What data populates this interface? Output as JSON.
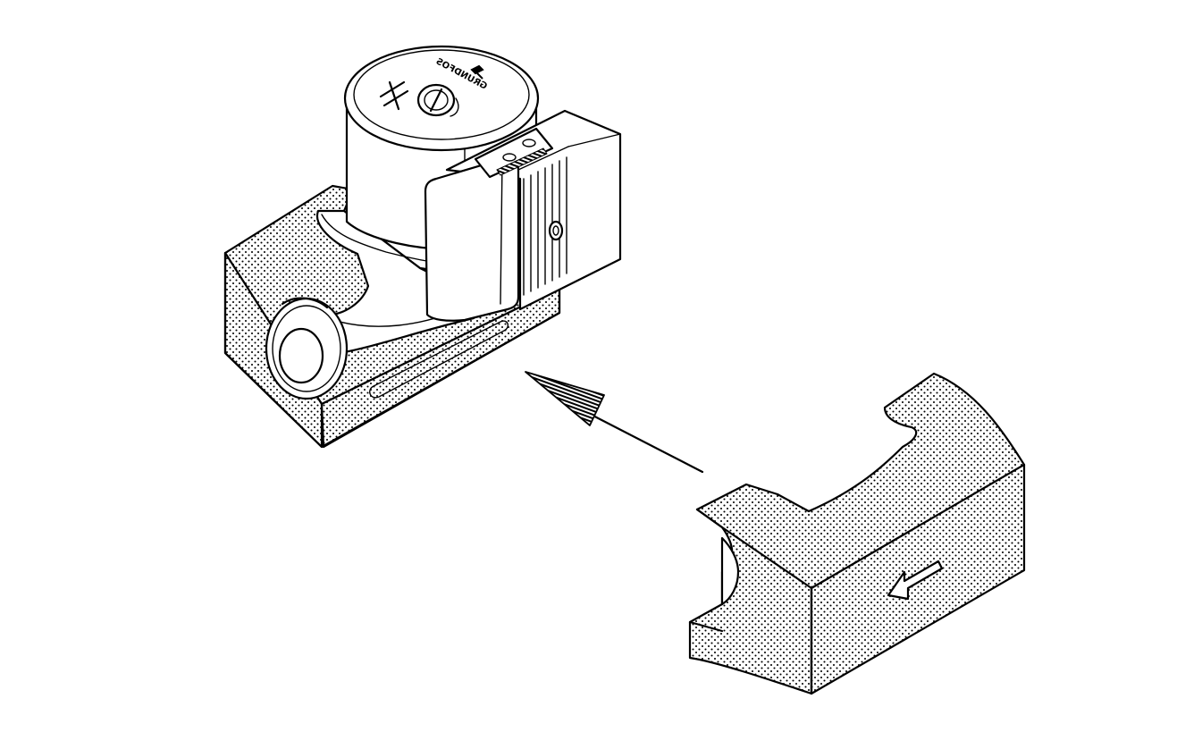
{
  "figure": {
    "logo_text": "GRUNDFOS",
    "colors": {
      "line": "#000000",
      "background": "#ffffff",
      "dot_pattern": "#000000"
    }
  },
  "parts": [
    {
      "name": "circulator-pump"
    },
    {
      "name": "pump-insulation-shell-back"
    },
    {
      "name": "insulation-shell-front"
    },
    {
      "name": "assembly-direction-arrow"
    },
    {
      "name": "flow-direction-arrow"
    }
  ]
}
